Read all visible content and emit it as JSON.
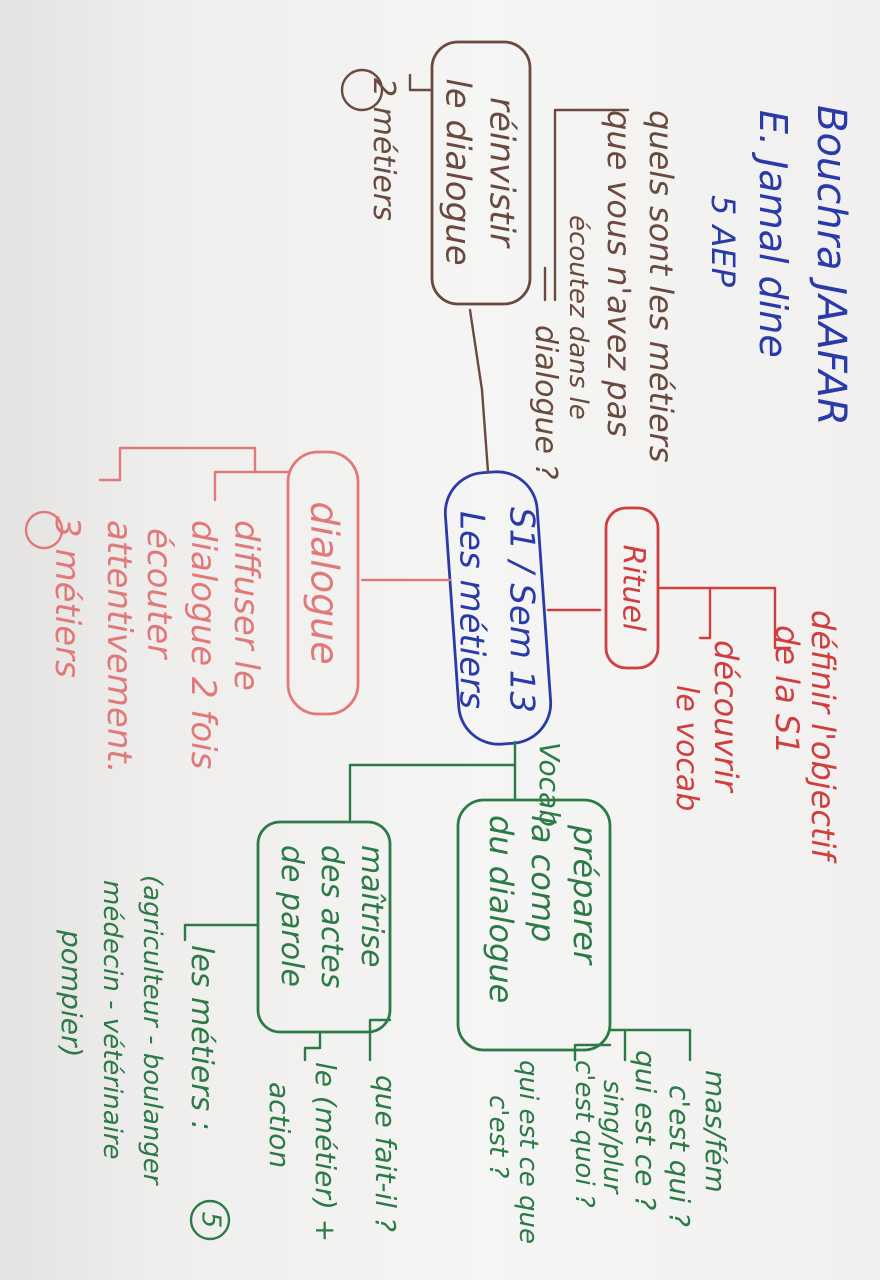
{
  "header": {
    "name": "Bouchra JAAFAR",
    "school": "E. Jamal dine",
    "grade": "5 AEP"
  },
  "center": {
    "line1": "S1 / Sem 13",
    "line2": "Les métiers"
  },
  "branches": {
    "rituel": {
      "label": "Rituel",
      "items": [
        "définir l'objectif",
        "de la S1",
        "découvrir",
        "le vocab"
      ]
    },
    "reinvestir": {
      "label_line1": "réinvistir",
      "label_line2": "le dialogue",
      "items": [
        "quels sont les métiers",
        "que vous n'avez pas",
        "écoutez dans le",
        "dialogue ?"
      ],
      "count_label": "2 métiers",
      "count_number": "2"
    },
    "dialogue": {
      "label": "dialogue",
      "items": [
        "diffuser le",
        "dialogue 2 fois",
        "écouter",
        "attentivement.",
        "3 métiers"
      ],
      "count_number": "3"
    },
    "vocab": {
      "label": "Vocab",
      "preparer": {
        "lines": [
          "préparer",
          "la comp",
          "du dialogue"
        ],
        "items": [
          "mas/fém",
          "c'est qui ?",
          "qui est ce ?",
          "sing/plur",
          "c'est quoi ?",
          "qui est ce que",
          "c'est ?"
        ]
      },
      "maitrise": {
        "lines": [
          "maîtrise",
          "des actes",
          "de parole"
        ],
        "items": [
          "que fait-il ?",
          "le (métier) +",
          "action"
        ]
      },
      "metiers": {
        "line1": "les métiers :",
        "count": "5",
        "list": [
          "(agriculteur - boulanger",
          "médecin - vétérinaire",
          "pompier)"
        ]
      }
    }
  }
}
